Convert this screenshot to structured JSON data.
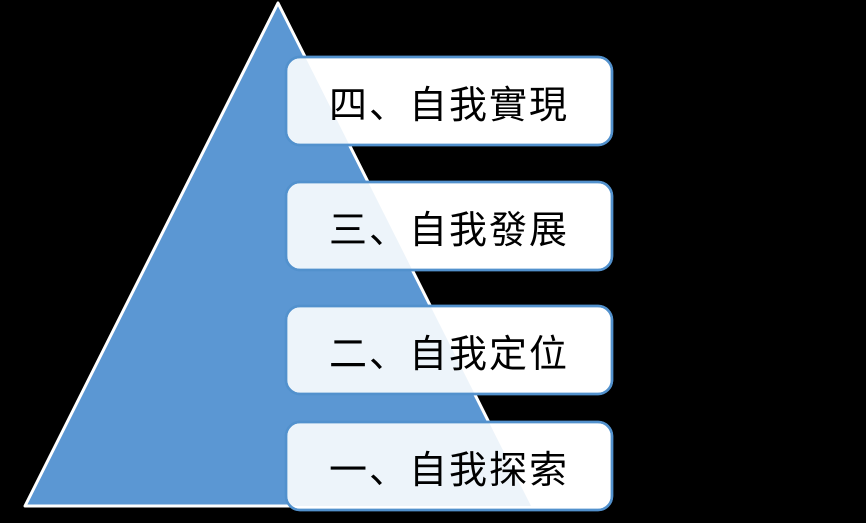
{
  "diagram": {
    "type": "pyramid-list",
    "description": "Four-level pyramid diagram with labeled stages",
    "colors": {
      "background": "#000000",
      "pyramid": "#5b97d3",
      "pyramid_outline": "#ffffff",
      "box_fill": "#ffffff",
      "box_border": "#5291cd",
      "box_overlap_tint": "#eef2fb",
      "text": "#000000"
    },
    "items": [
      {
        "level": 4,
        "label": "四、自我實現"
      },
      {
        "level": 3,
        "label": "三、自我發展"
      },
      {
        "level": 2,
        "label": "二、自我定位"
      },
      {
        "level": 1,
        "label": "一、自我探索"
      }
    ]
  }
}
